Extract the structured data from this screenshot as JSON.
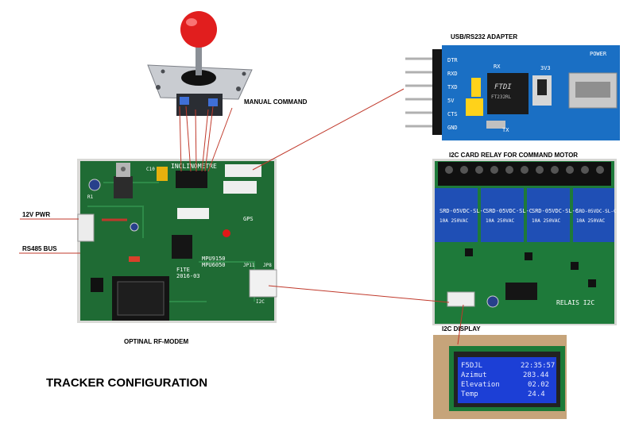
{
  "labels": {
    "manual_command": "MANUAL COMMAND",
    "usb_adapter": "USB/RS232 ADAPTER",
    "relay_card": "I2C CARD RELAY FOR COMMAND MOTOR",
    "pwr": "12V PWR",
    "rs485": "RS485 BUS",
    "rf_modem": "OPTINAL RF-MODEM",
    "display": "I2C DISPLAY",
    "title": "TRACKER CONFIGURATION"
  },
  "board": {
    "inclinometre": "INCLINOMETRE",
    "mpu": "MPU9150",
    "mpu2": "MPU6050",
    "f1te": "F1TE",
    "date": "2016-03",
    "gps": "GPS",
    "jp11": "JP11",
    "jp8": "JP8",
    "c10": "C10",
    "r1": "R1",
    "i2c": "I2C"
  },
  "usb_board": {
    "dtr": "DTR",
    "rxd": "RXD",
    "txd": "TXD",
    "v5": "5V",
    "cts": "CTS",
    "gnd": "GND",
    "power": "POWER",
    "chip": "FTDI",
    "chip_code": "FT232RL",
    "rx": "RX",
    "tx": "TX",
    "v33": "3V3"
  },
  "relay_board": {
    "relay_text": "SRD-05VDC-SL-C",
    "ratings": "10A 250VAC",
    "name": "RELAIS I2C"
  },
  "lcd": {
    "line1_left": "F5DJL",
    "line1_right": "22:35:57",
    "line2_left": "Azimut",
    "line2_right": "283.44",
    "line3_left": "Elevation",
    "line3_right": "02.02",
    "line4_left": "Temp",
    "line4_right": "24.4"
  },
  "colors": {
    "pcb_green": "#1f6b34",
    "wire_red": "#c0392b",
    "lcd_blue": "#1c3fd6",
    "usb_blue": "#1a6fc4",
    "relay_blue": "#1f4fb5"
  }
}
